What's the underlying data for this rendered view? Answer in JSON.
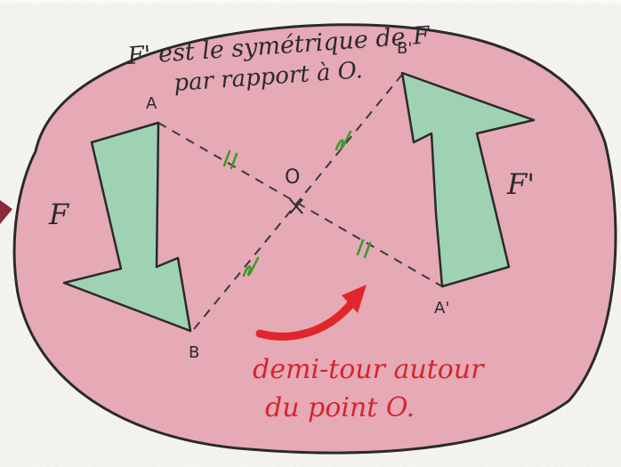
{
  "caption": {
    "line1": "F' est le symétrique de F",
    "line2": "par rapport à O."
  },
  "figures": {
    "original": "F",
    "image": "F'"
  },
  "points": {
    "A": "A",
    "B": "B",
    "A_prime": "A'",
    "B_prime": "B'",
    "O": "O"
  },
  "annotation": {
    "line1": "demi-tour autour",
    "line2": "du point O."
  },
  "colors": {
    "background_blob": "#e6a9b6",
    "figure_fill": "#9fd2b3",
    "arrow": "#e0262a",
    "tick_marks": "#3a9a2a",
    "ink": "#2a2a2a"
  }
}
